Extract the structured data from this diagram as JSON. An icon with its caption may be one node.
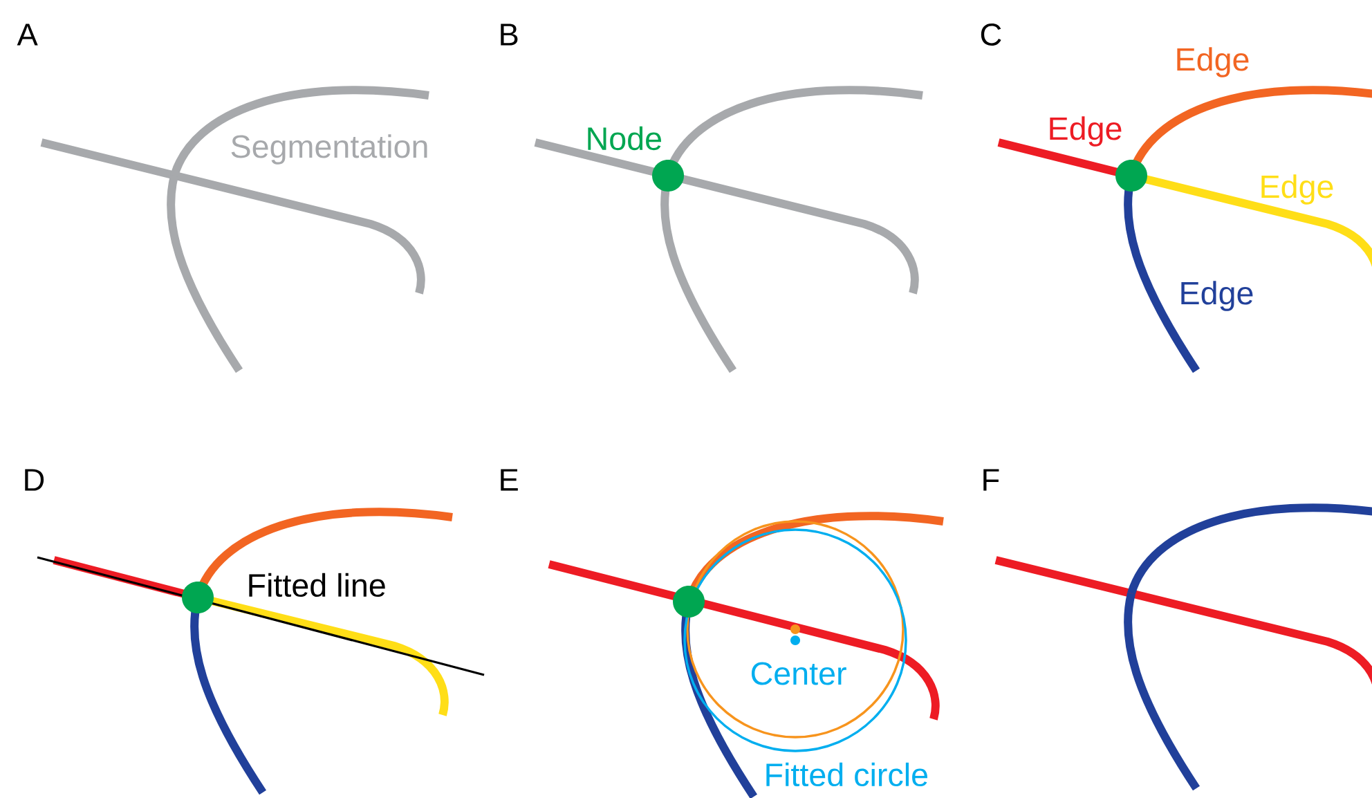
{
  "diagram": {
    "labels": [
      "A",
      "B",
      "C",
      "Segmentation",
      "Node",
      "Edge",
      "Edge",
      "Edge",
      "Edge",
      "D",
      "E",
      "F",
      "Fitted line",
      "Center",
      "Fitted circle"
    ]
  }
}
